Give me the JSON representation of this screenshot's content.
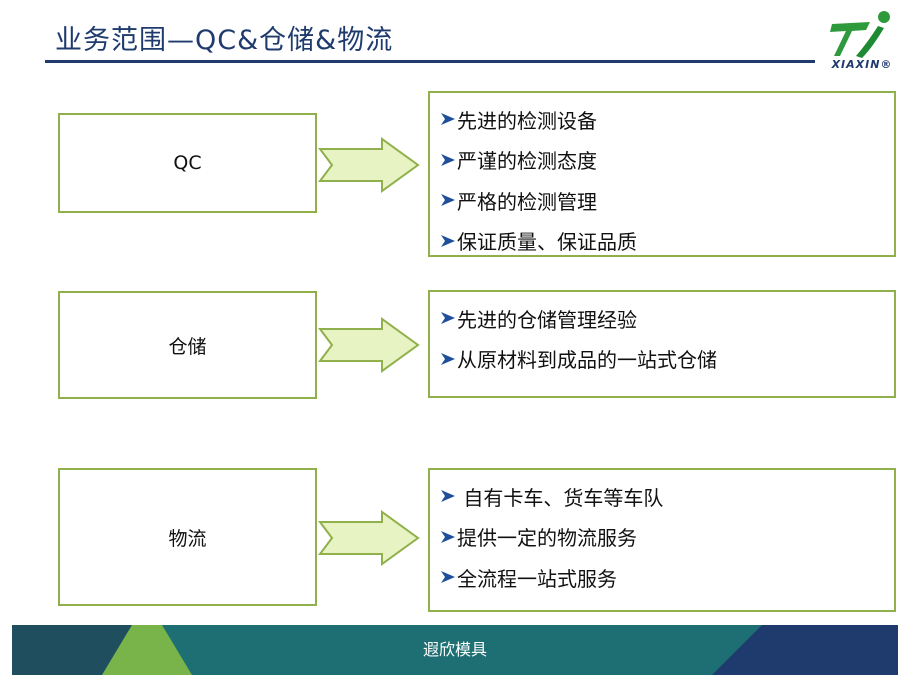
{
  "header": {
    "title": "业务范围—QC&仓储&物流",
    "logo_text": "XIAXIN®",
    "rule_color": "#1f3b6e"
  },
  "sections": [
    {
      "category": "QC",
      "items": [
        "先进的检测设备",
        "严谨的检测态度",
        "严格的检测管理",
        "保证质量、保证品质"
      ]
    },
    {
      "category": "仓储",
      "items": [
        "先进的仓储管理经验",
        "从原材料到成品的一站式仓储"
      ]
    },
    {
      "category": "物流",
      "items": [
        " 自有卡车、货车等车队",
        "提供一定的物流服务",
        "全流程一站式服务"
      ]
    }
  ],
  "footer": {
    "text": "遐欣模具"
  },
  "colors": {
    "accent_green": "#8fb04a",
    "arrow_fill": "#e8f3c4",
    "bullet_blue": "#1f4e9a",
    "footer_teal": "#1e6f73",
    "footer_navy": "#1f3b6e"
  }
}
